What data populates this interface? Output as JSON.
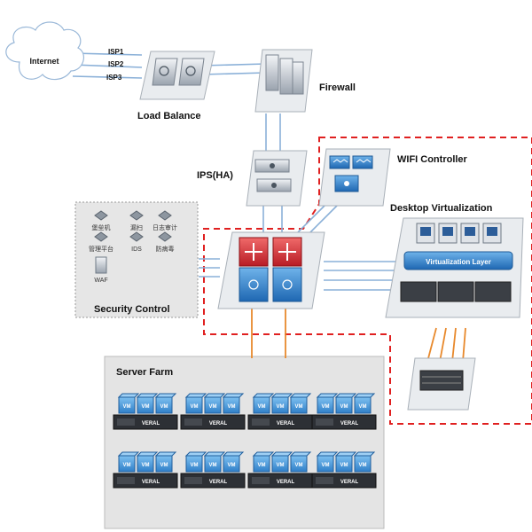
{
  "labels": {
    "internet": "Internet",
    "isp1": "ISP1",
    "isp2": "ISP2",
    "isp3": "ISP3",
    "load_balance": "Load Balance",
    "firewall": "Firewall",
    "ips": "IPS(HA)",
    "wifi_controller": "WIFI Controller",
    "desktop_virtualization": "Desktop Virtualization",
    "virtualization_layer": "Virtualization Layer",
    "security_control": "Security Control",
    "server_farm": "Server Farm"
  },
  "security_items": [
    "堡垒机",
    "漏扫",
    "日志审计",
    "管理平台",
    "IDS",
    "防病毒",
    "WAF"
  ],
  "vm_label": "VM",
  "server_brand": "VERAL",
  "colors": {
    "dashed_border": "#e02020",
    "link_blue": "#8ab0d8",
    "link_orange": "#e8892c",
    "panel_gray": "#e4e4e4",
    "vm_blue": "#3d8fd6",
    "switch_red": "#d8313a"
  }
}
